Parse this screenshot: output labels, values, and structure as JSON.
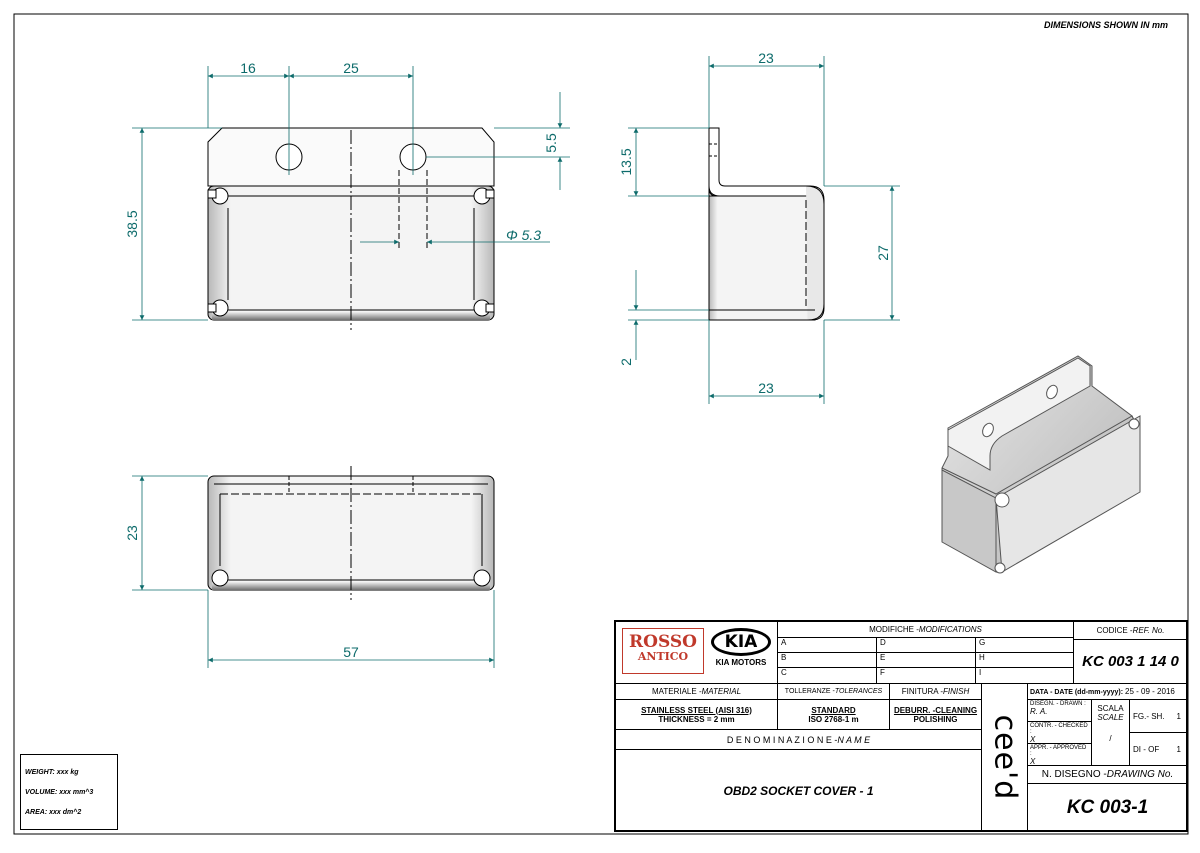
{
  "header_note": "DIMENSIONS SHOWN IN mm",
  "dimensions": {
    "front_width_1": "16",
    "front_width_2": "25",
    "front_height": "38.5",
    "hole_offset": "5.5",
    "hole_diameter": "Φ 5.3",
    "side_width_top": "23",
    "side_flange": "13.5",
    "side_height": "27",
    "side_thickness": "2",
    "side_width_bottom": "23",
    "bottom_depth": "23",
    "bottom_width": "57"
  },
  "properties": {
    "weight": "WEIGHT: xxx kg",
    "volume": "VOLUME: xxx mm^3",
    "area": "AREA: xxx dm^2"
  },
  "logos": {
    "rosso_line1": "ROSSO",
    "rosso_line2": "ANTICO",
    "kia": "KIA",
    "kia_sub": "KIA MOTORS"
  },
  "title_block": {
    "modifications_label": "MODIFICHE - ",
    "modifications_label_en": "MODIFICATIONS",
    "mod_letters_col1": [
      "A",
      "B",
      "C"
    ],
    "mod_letters_col2": [
      "D",
      "E",
      "F"
    ],
    "mod_letters_col3": [
      "G",
      "H",
      "I"
    ],
    "code_label": "CODICE - ",
    "code_label_en": "REF. No.",
    "code_value": "KC 003 1 14 0",
    "material_label": "MATERIALE - ",
    "material_label_en": "MATERIAL",
    "material_value_1": "STAINLESS STEEL (AISI 316)",
    "material_value_2": "THICKNESS = 2 mm",
    "tolerances_label": "TOLLERANZE - ",
    "tolerances_label_en": "TOLERANCES",
    "tolerances_value_1": "STANDARD",
    "tolerances_value_2": "ISO 2768-1 m",
    "finish_label": "FINITURA - ",
    "finish_label_en": "FINISH",
    "finish_value_1": "DEBURR. -CLEANING",
    "finish_value_2": "POLISHING",
    "model_logo": "cee'd",
    "date_label": "DATA - DATE (dd-mm-yyyy):",
    "date_value": "25 - 09 - 2016",
    "drawn_label": "DISEGN. - DRAWN :",
    "drawn_value": "R. A.",
    "checked_label": "CONTR. - CHECKED :",
    "checked_value": "X",
    "approved_label": "APPR. - APPROVED :",
    "approved_value": "X",
    "scale_label_1": "SCALA",
    "scale_label_2": "SCALE",
    "scale_value": "/",
    "sheet_label": "FG.- SH.",
    "sheet_value": "1",
    "of_label": "DI - OF",
    "of_value": "1",
    "name_label": "D E N O M I N A Z I O N E - ",
    "name_label_en": "N A M E",
    "name_value": "OBD2 SOCKET COVER - 1",
    "drawing_no_label": "N. DISEGNO - ",
    "drawing_no_label_en": "DRAWING No.",
    "drawing_no_value": "KC 003-1"
  },
  "colors": {
    "dimension_line": "#0d6b6b",
    "outline": "#000000",
    "fill_shade": "#bfbfbf",
    "logo_red": "#c0392b"
  }
}
